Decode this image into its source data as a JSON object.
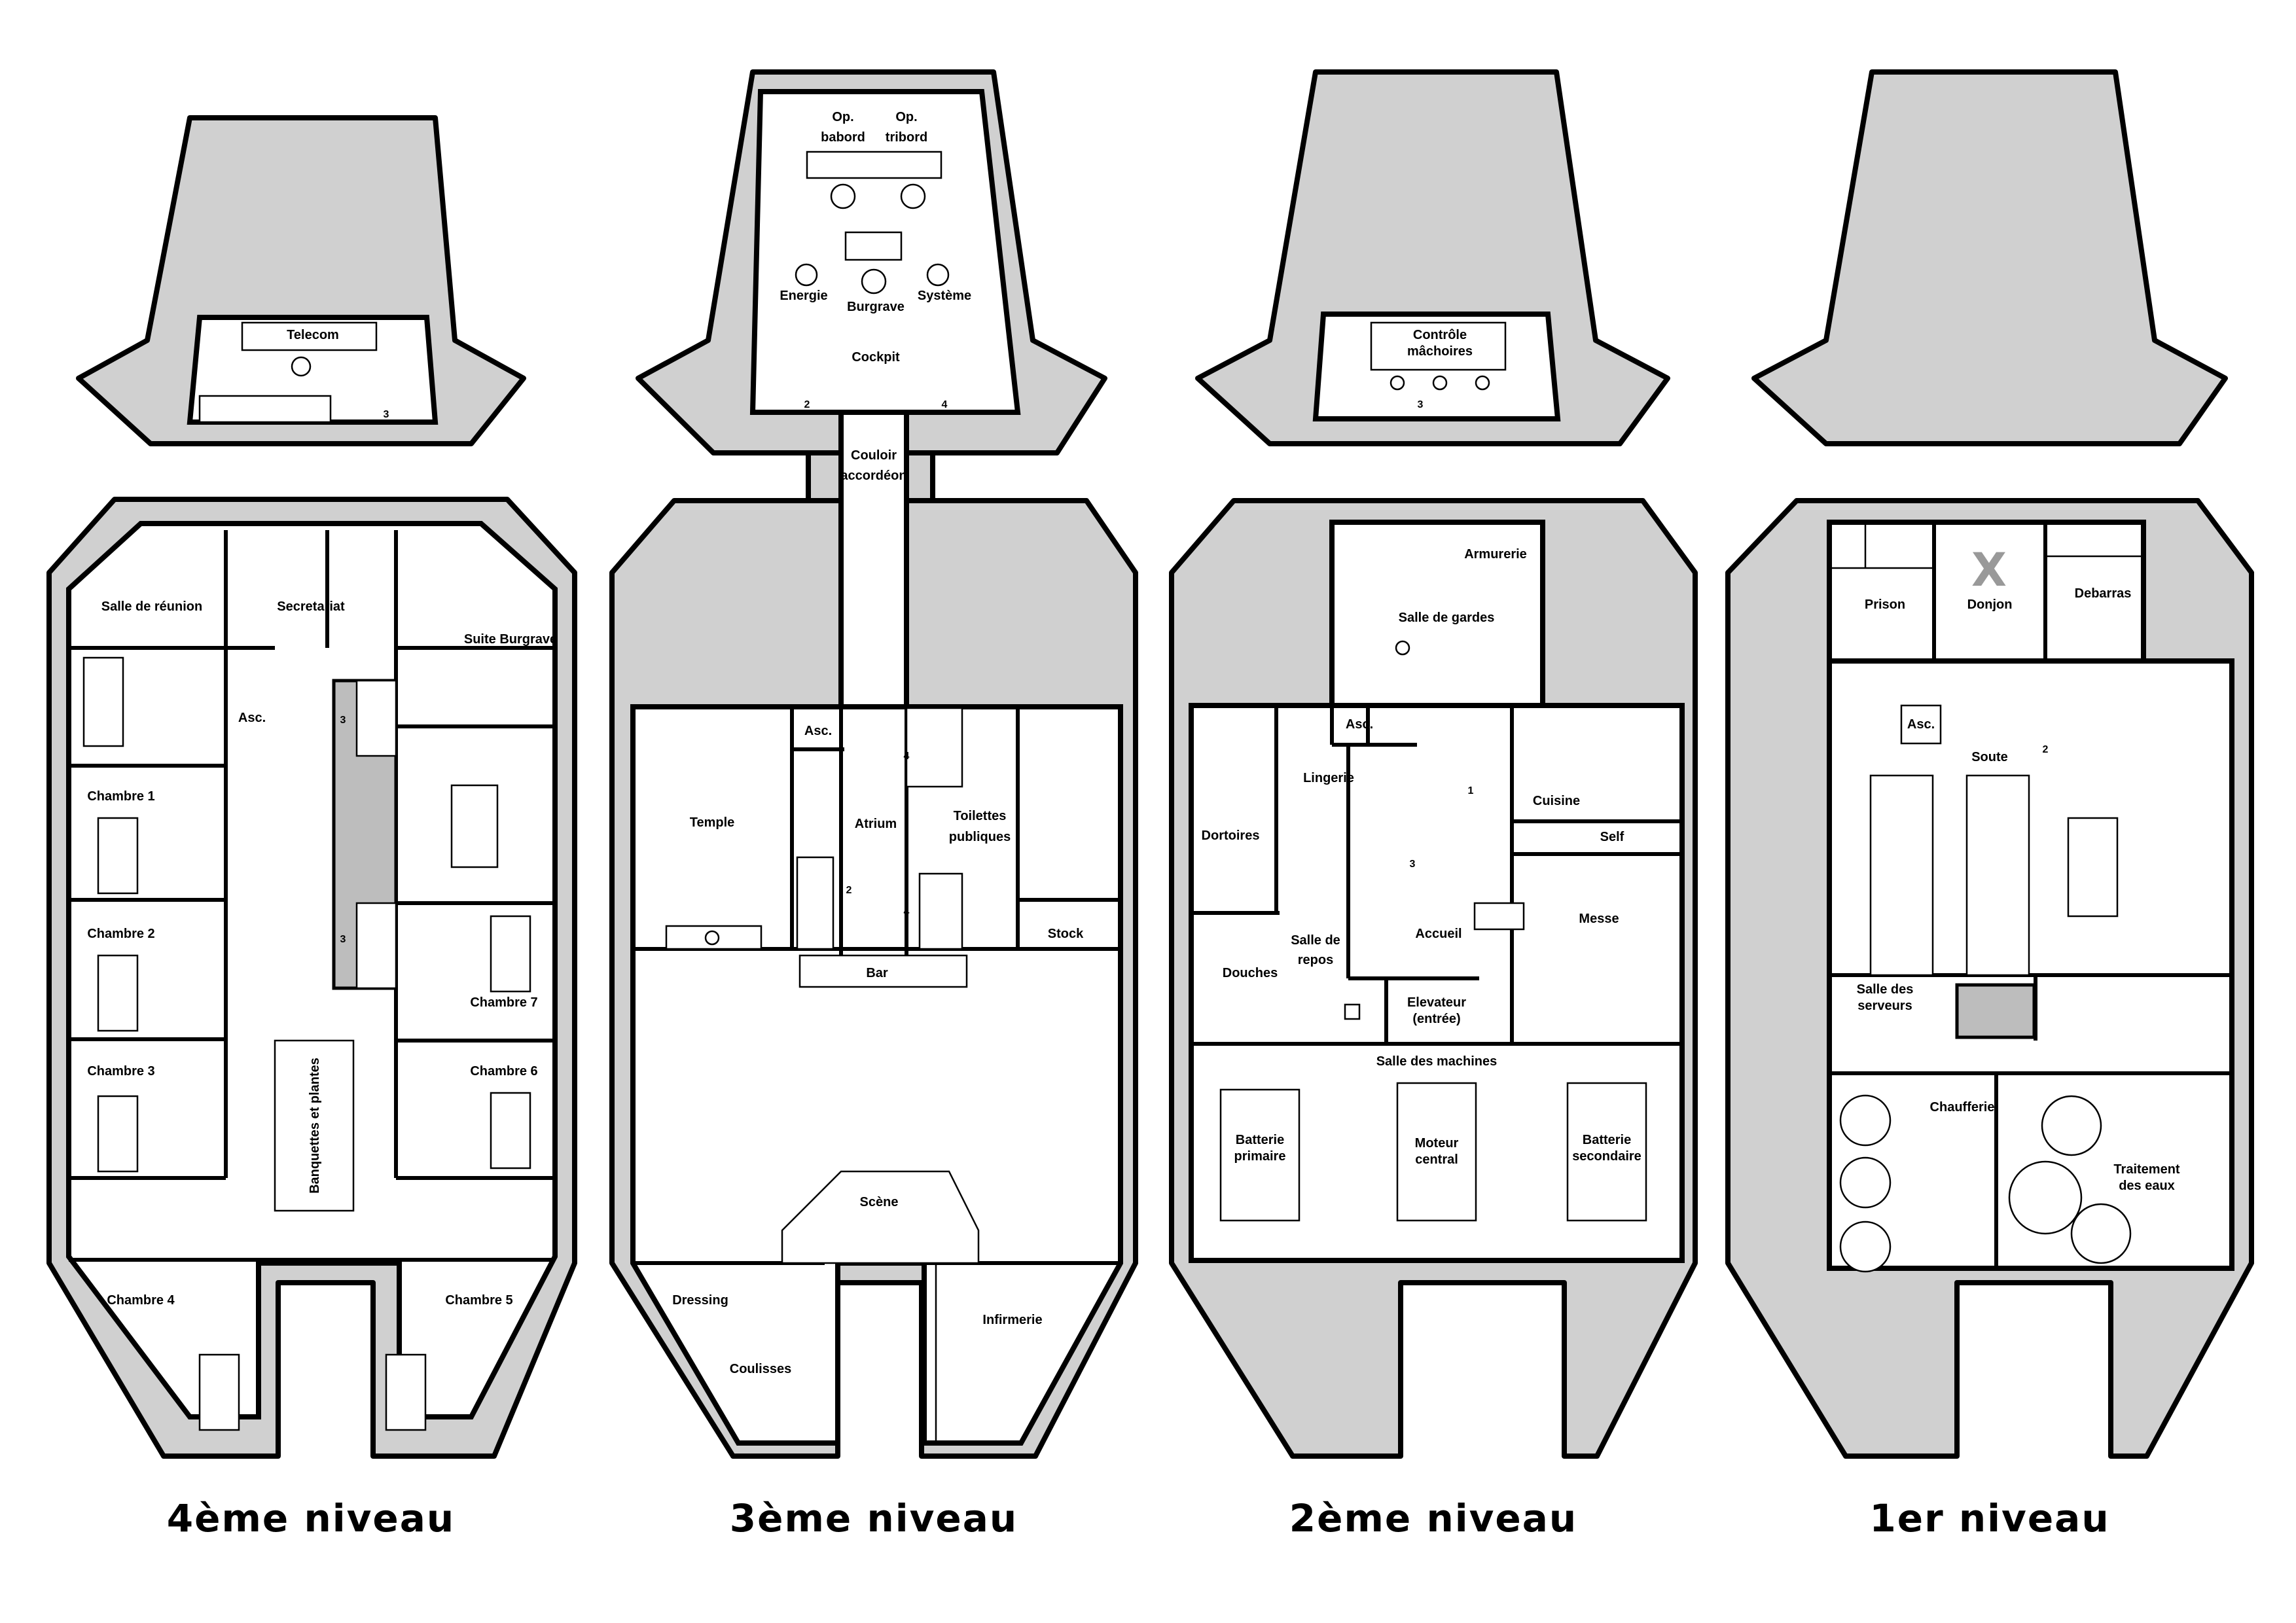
{
  "levels": [
    {
      "title": "4ème niveau",
      "rooms": [
        "Telecom",
        "Salle de réunion",
        "Secretariat",
        "Suite Burgrave",
        "Asc.",
        "Chambre 1",
        "Chambre 2",
        "Chambre 3",
        "Chambre 4",
        "Chambre 5",
        "Chambre 6",
        "Chambre 7",
        "Banquettes et plantes"
      ],
      "stairs": [
        "3",
        "3",
        "3"
      ]
    },
    {
      "title": "3ème niveau",
      "rooms": [
        "Op.",
        "babord",
        "Op.",
        "tribord",
        "Energie",
        "Burgrave",
        "Système",
        "Cockpit",
        "Couloir",
        "accordéon",
        "Asc.",
        "Temple",
        "Atrium",
        "Toilettes",
        "publiques",
        "Stock",
        "Bar",
        "Scène",
        "Dressing",
        "Coulisses",
        "Infirmerie"
      ],
      "stairs": [
        "2",
        "4",
        "4",
        "2",
        "4"
      ]
    },
    {
      "title": "2ème niveau",
      "rooms": [
        "Contrôle",
        "mâchoires",
        "Armurerie",
        "Salle de gardes",
        "Asc.",
        "Lingerie",
        "Cuisine",
        "Self",
        "Dortoires",
        "Accueil",
        "Messe",
        "Salle de",
        "repos",
        "Douches",
        "Elevateur",
        "(entrée)",
        "Salle des machines",
        "Batterie",
        "primaire",
        "Moteur",
        "central",
        "Batterie",
        "secondaire"
      ],
      "stairs": [
        "3",
        "1",
        "3"
      ]
    },
    {
      "title": "1er niveau",
      "rooms": [
        "Prison",
        "Donjon",
        "Debarras",
        "Asc.",
        "Soute",
        "Salle des",
        "serveurs",
        "Chaufferie",
        "Traitement",
        "des eaux"
      ],
      "stairs": [
        "2"
      ]
    }
  ]
}
